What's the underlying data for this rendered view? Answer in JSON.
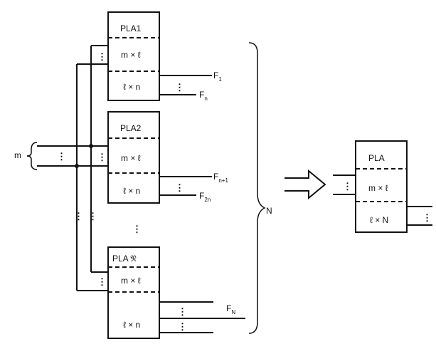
{
  "blocks": {
    "pla1": {
      "title": "PLA1",
      "and_plane": "m × ℓ",
      "or_plane": "ℓ × n"
    },
    "pla2": {
      "title": "PLA2",
      "and_plane": "m × ℓ",
      "or_plane": "ℓ × n"
    },
    "plaN": {
      "title": "PLA 𝔑",
      "and_plane": "m × ℓ",
      "or_plane": "ℓ × n"
    },
    "pla_combined": {
      "title": "PLA",
      "and_plane": "m × ℓ",
      "or_plane": "ℓ × N"
    }
  },
  "inputs": {
    "label": "m"
  },
  "outputs": {
    "f1_base": "F",
    "f1_sub": "1",
    "fn_base": "F",
    "fn_sub": "n",
    "fn1_base": "F",
    "fn1_sub": "n+1",
    "f2n_base": "F",
    "f2n_sub": "2n",
    "fN_base": "F",
    "fN_sub": "N"
  },
  "brace_label": "N",
  "ellipsis": "⋮",
  "colors": {
    "stroke": "#111111",
    "background": "#ffffff"
  }
}
